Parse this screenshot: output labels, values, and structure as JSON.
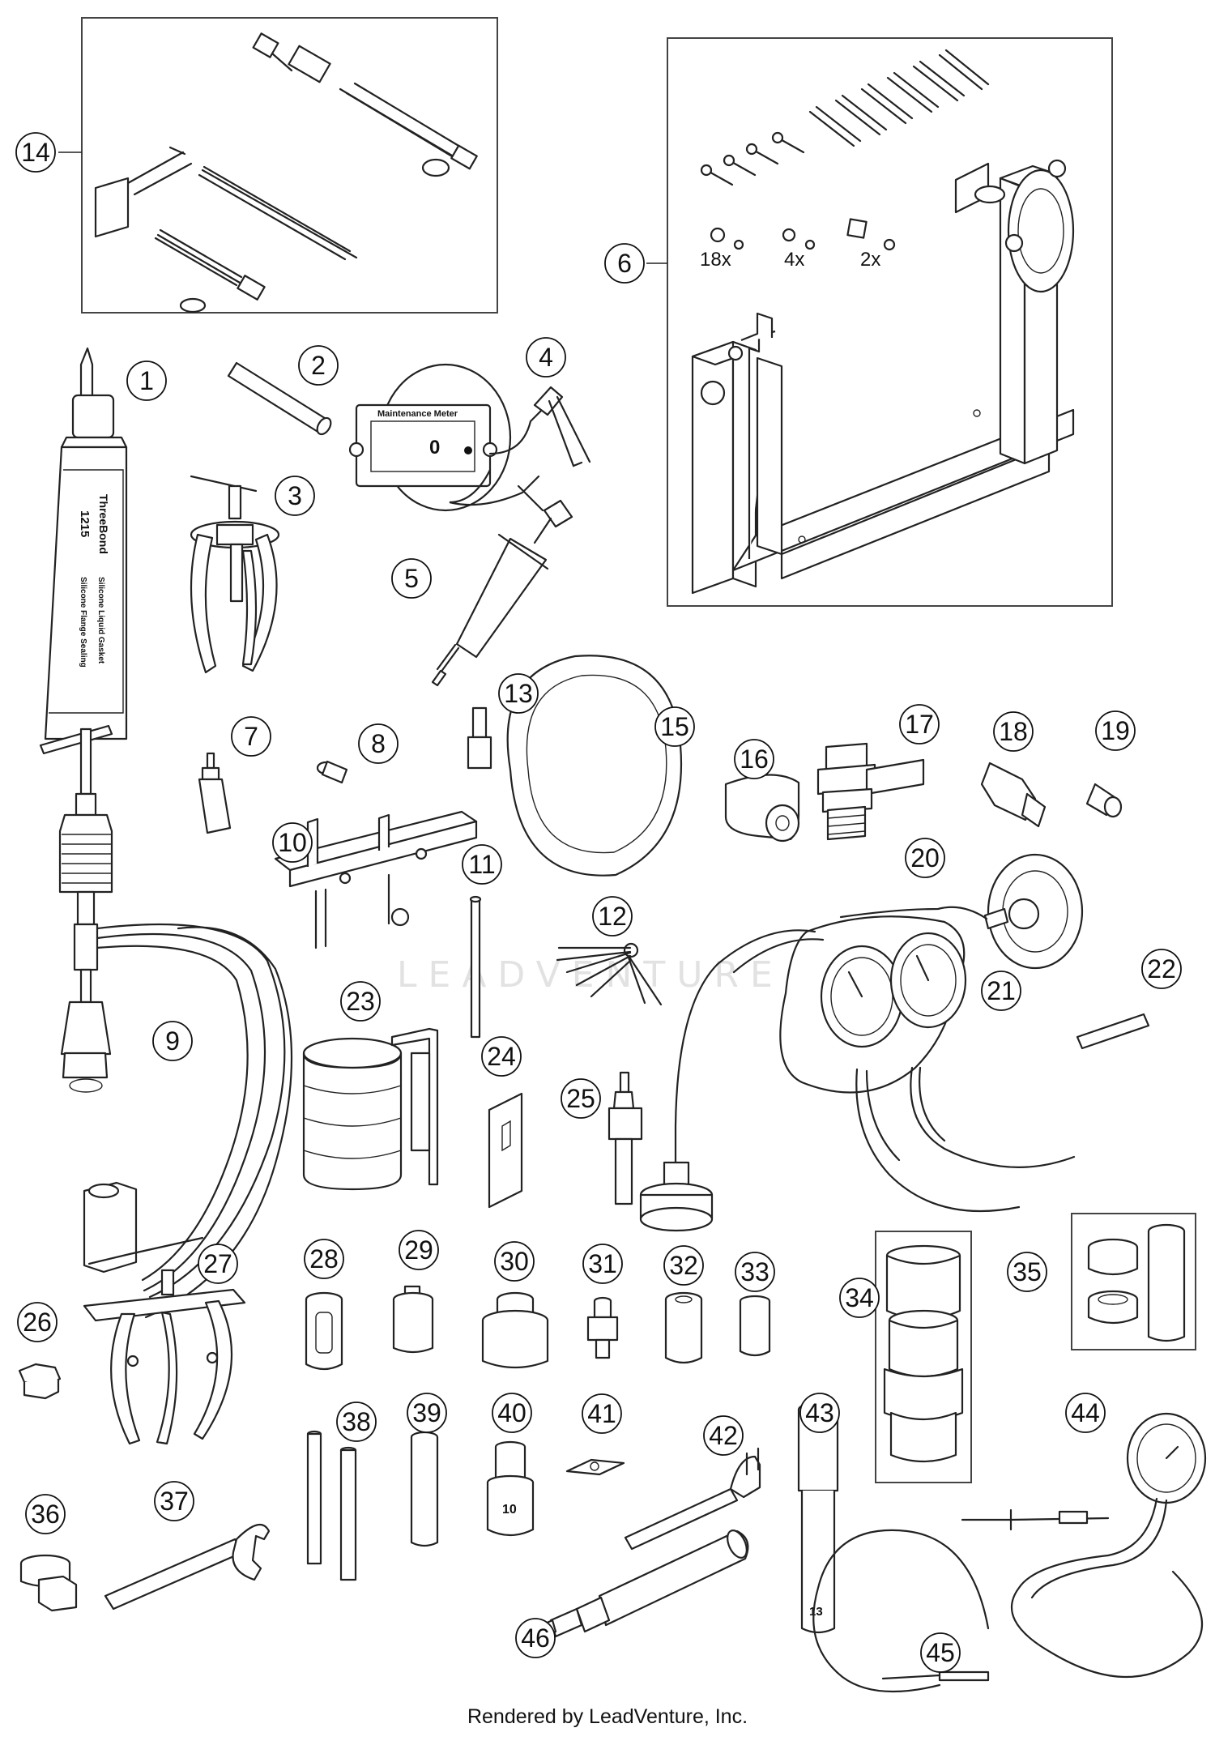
{
  "footer": "Rendered by LeadVenture, Inc.",
  "watermark": "LEADVENTURE",
  "tube_label_top": "ThreeBond",
  "tube_label_num": "1215",
  "tube_label_sub1": "Silicone Liquid Gasket",
  "tube_label_sub2": "Silicone Flange Sealing",
  "meter_label": "Maintenance Meter",
  "meter_readout": "0",
  "socket_40_size": "10",
  "socket_43_size": "13",
  "kit_quantities": [
    "18x",
    "4x",
    "2x"
  ],
  "callouts": [
    "1",
    "2",
    "3",
    "4",
    "5",
    "6",
    "7",
    "8",
    "9",
    "10",
    "11",
    "12",
    "13",
    "14",
    "15",
    "16",
    "17",
    "18",
    "19",
    "20",
    "21",
    "22",
    "23",
    "24",
    "25",
    "26",
    "27",
    "28",
    "29",
    "30",
    "31",
    "32",
    "33",
    "34",
    "35",
    "36",
    "37",
    "38",
    "39",
    "40",
    "41",
    "42",
    "43",
    "44",
    "45",
    "46"
  ]
}
